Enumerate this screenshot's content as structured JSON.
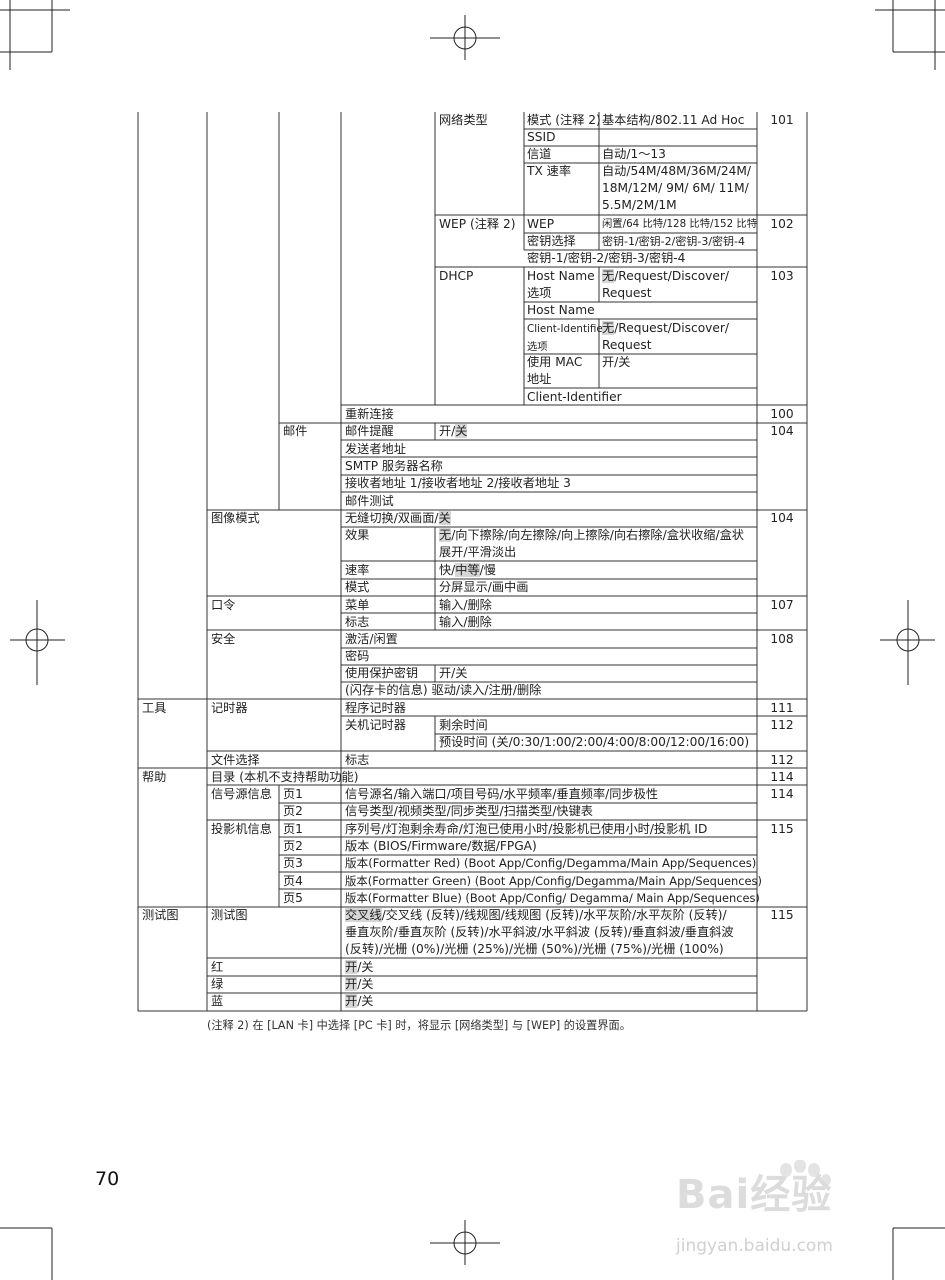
{
  "page_number": "70",
  "footnote": "(注释 2) 在 [LAN 卡] 中选择 [PC 卡] 时，将显示 [网络类型] 与 [WEP] 的设置界面。",
  "watermark": {
    "brand": "Bai经验",
    "url": "jingyan.baidu.com"
  },
  "table": {
    "net_type": "网络类型",
    "mode_label": "模式 (注释 2)",
    "mode_value": "基本结构/802.11 Ad Hoc",
    "pg_101": "101",
    "ssid": "SSID",
    "channel": "信道",
    "channel_value": "自动/1～13",
    "tx_rate": "TX 速率",
    "tx_rate_value": "自动/54M/48M/36M/24M/\n18M/12M/ 9M/ 6M/ 11M/\n5.5M/2M/1M",
    "wep_group": "WEP (注释 2)",
    "wep": "WEP",
    "wep_value": "闲置/64 比特/128 比特/152 比特",
    "pg_102": "102",
    "key_select": "密钥选择",
    "key_select_value": "密钥-1/密钥-2/密钥-3/密钥-4",
    "key_list": "密钥-1/密钥-2/密钥-3/密钥-4",
    "dhcp": "DHCP",
    "host_name_opt": "Host Name\n选项",
    "host_name_opt_value_hl": "无",
    "host_name_opt_value": "/Request/Discover/\nRequest",
    "pg_103": "103",
    "host_name": "Host Name",
    "client_id_opt": "Client-Identifier\n选项",
    "client_id_opt_value_hl": "无",
    "client_id_opt_value": "/Request/Discover/\nRequest",
    "use_mac": "使用 MAC\n地址",
    "use_mac_value": "开/关",
    "client_id": "Client-Identifier",
    "reconnect": "重新连接",
    "pg_100": "100",
    "mail": "邮件",
    "mail_alert": "邮件提醒",
    "mail_alert_value_a": "开/",
    "mail_alert_value_hl": "关",
    "pg_104a": "104",
    "sender": "发送者地址",
    "smtp": "SMTP 服务器名称",
    "recipients": "接收者地址 1/接收者地址 2/接收者地址 3",
    "mail_test": "邮件测试",
    "image_mode": "图像模式",
    "seamless_a": "无缝切换/双画面/",
    "seamless_hl": "关",
    "pg_104b": "104",
    "effect": "效果",
    "effect_hl": "无",
    "effect_value": "/向下擦除/向左擦除/向上擦除/向右擦除/盒状收缩/盒状\n展开/平滑淡出",
    "speed": "速率",
    "speed_a": "快/",
    "speed_hl": "中等",
    "speed_b": "/慢",
    "mode2": "模式",
    "mode2_value": "分屏显示/画中画",
    "password": "口令",
    "menu": "菜单",
    "menu_value": "输入/删除",
    "pg_107": "107",
    "logo": "标志",
    "logo_value": "输入/删除",
    "security": "安全",
    "activate": "激活/闲置",
    "pg_108": "108",
    "pwd": "密码",
    "use_protect_key": "使用保护密钥",
    "use_protect_key_value": "开/关",
    "flash_info": "(闪存卡的信息) 驱动/读入/注册/删除",
    "tools": "工具",
    "timer": "记时器",
    "program_timer": "程序记时器",
    "pg_111": "111",
    "off_timer": "关机记时器",
    "remaining": "剩余时间",
    "pg_112a": "112",
    "preset": "预设时间 (关/0:30/1:00/2:00/4:00/8:00/12:00/16:00)",
    "file_select": "文件选择",
    "file_logo": "标志",
    "pg_112b": "112",
    "help": "帮助",
    "contents": "目录 (本机不支持帮助功能)",
    "pg_114a": "114",
    "source_info": "信号源信息",
    "p1": "页1",
    "source_p1": "信号源名/输入端口/项目号码/水平频率/垂直频率/同步极性",
    "pg_114b": "114",
    "p2": "页2",
    "source_p2": "信号类型/视频类型/同步类型/扫描类型/快键表",
    "projector_info": "投影机信息",
    "pj_p1_label": "页1",
    "pj_p1": "序列号/灯泡剩余寿命/灯泡已使用小时/投影机已使用小时/投影机 ID",
    "pg_115a": "115",
    "pj_p2_label": "页2",
    "pj_p2": "版本 (BIOS/Firmware/数据/FPGA)",
    "pj_p3_label": "页3",
    "pj_p3": "版本(Formatter Red) (Boot App/Config/Degamma/Main App/Sequences)",
    "pj_p4_label": "页4",
    "pj_p4": "版本(Formatter Green) (Boot App/Config/Degamma/Main App/Sequences)",
    "pj_p5_label": "页5",
    "pj_p5": "版本(Formatter Blue) (Boot App/Config/ Degamma/ Main App/Sequences)",
    "test_pattern_group": "测试图",
    "test_pattern": "测试图",
    "tp_hl": "交叉线",
    "tp_value": "/交叉线 (反转)/线规图/线规图 (反转)/水平灰阶/水平灰阶 (反转)/\n垂直灰阶/垂直灰阶 (反转)/水平斜波/水平斜波 (反转)/垂直斜波/垂直斜波\n(反转)/光栅 (0%)/光栅 (25%)/光栅 (50%)/光栅 (75%)/光栅 (100%)",
    "pg_115b": "115",
    "red": "红",
    "green": "绿",
    "blue": "蓝",
    "on_hl": "开",
    "on_off_rest": "/关"
  },
  "colors": {
    "line": "#333333",
    "highlight": "#d6d6d6",
    "text": "#222222"
  }
}
